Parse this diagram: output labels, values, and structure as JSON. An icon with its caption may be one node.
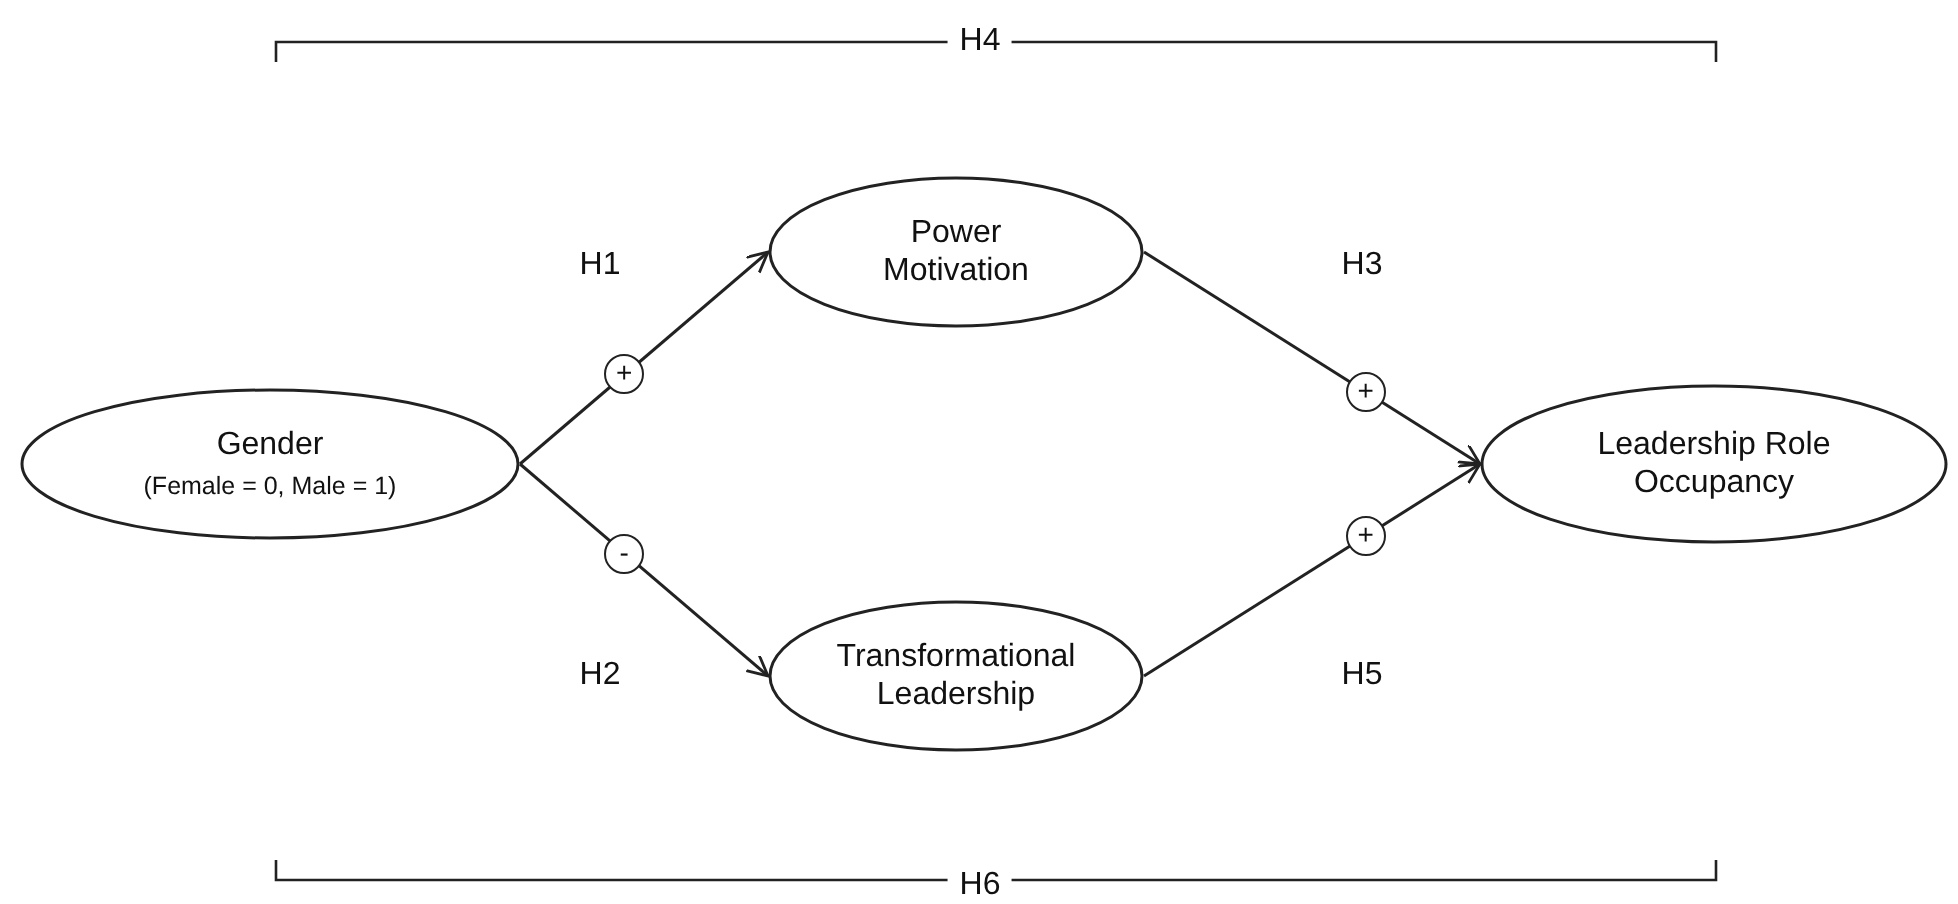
{
  "diagram": {
    "nodes": [
      {
        "text": [
          "Gender",
          "(Female = 0, Male = 1)"
        ]
      },
      {
        "text": [
          "Power Motivation"
        ]
      },
      {
        "text": [
          "Transformational Leadership"
        ]
      },
      {
        "text": [
          "Leadership Role Occupancy"
        ]
      }
    ],
    "edges": [
      {
        "from": 0,
        "to": 1,
        "arrow": "to",
        "label": "+"
      },
      {
        "from": 0,
        "to": 2,
        "arrow": "to",
        "label": "-"
      },
      {
        "from": 1,
        "to": 3,
        "arrow": "to",
        "label": "+"
      },
      {
        "from": 2,
        "to": 3,
        "arrow": "to",
        "label": "+"
      }
    ],
    "labels": [
      "H4",
      "H1",
      "H3",
      "H2",
      "H5",
      "H6"
    ]
  }
}
